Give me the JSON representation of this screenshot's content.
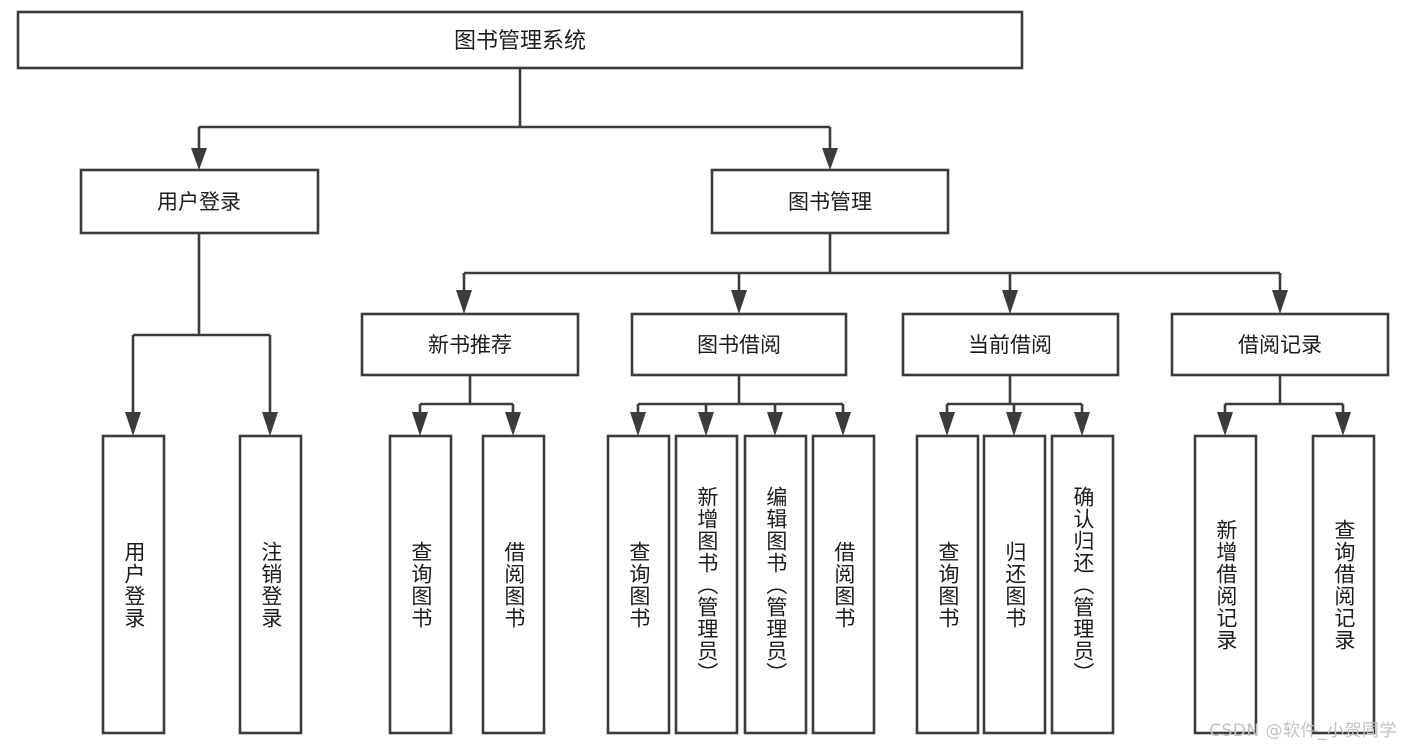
{
  "diagram": {
    "title": "图书管理系统",
    "type": "tree-hierarchy-diagram",
    "style": {
      "box_fill": "#ffffff",
      "box_stroke": "#3b3b3b",
      "text_color": "#1c1c1c",
      "background": "#ffffff",
      "watermark_color": "#c2c2c2"
    },
    "root": {
      "label": "图书管理系统"
    },
    "level2": [
      {
        "label": "用户登录"
      },
      {
        "label": "图书管理"
      }
    ],
    "level3": [
      {
        "label": "新书推荐"
      },
      {
        "label": "图书借阅"
      },
      {
        "label": "当前借阅"
      },
      {
        "label": "借阅记录"
      }
    ],
    "leaves": {
      "user_login": [
        {
          "label": "用户登录"
        },
        {
          "label": "注销登录"
        }
      ],
      "new_book_recommend": [
        {
          "label": "查询图书"
        },
        {
          "label": "借阅图书"
        }
      ],
      "book_borrow": [
        {
          "label": "查询图书"
        },
        {
          "label": "新增图书（管理员）"
        },
        {
          "label": "编辑图书（管理员）"
        },
        {
          "label": "借阅图书"
        }
      ],
      "current_borrow": [
        {
          "label": "查询图书"
        },
        {
          "label": "归还图书"
        },
        {
          "label": "确认归还（管理员）"
        }
      ],
      "borrow_record": [
        {
          "label": "新增借阅记录"
        },
        {
          "label": "查询借阅记录"
        }
      ]
    }
  },
  "watermark": {
    "text": "CSDN @软件_小贺同学"
  }
}
